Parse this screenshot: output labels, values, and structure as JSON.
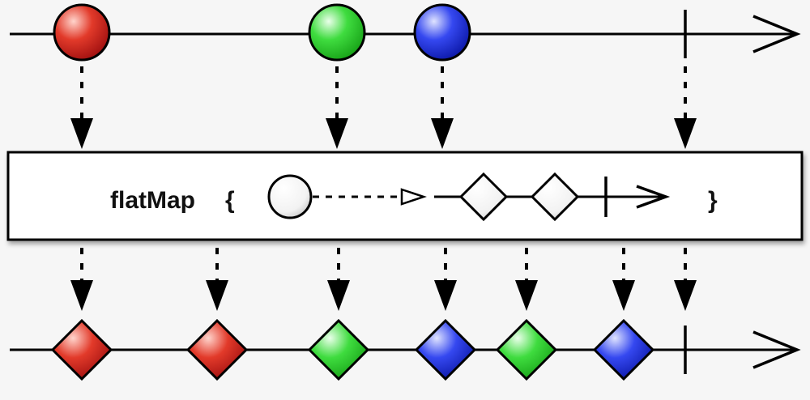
{
  "operator": {
    "name": "flatMap",
    "open_brace": "{",
    "close_brace": "}"
  },
  "colors": {
    "red": "#e23a2a",
    "green": "#3fdc3f",
    "blue": "#3548f0",
    "white": "#ffffff"
  },
  "source_stream": {
    "items": [
      {
        "shape": "circle",
        "color": "red"
      },
      {
        "shape": "circle",
        "color": "green"
      },
      {
        "shape": "circle",
        "color": "blue"
      }
    ],
    "completed": true
  },
  "inner_example": {
    "input_shape": "circle",
    "output_items": [
      "diamond",
      "diamond"
    ],
    "completed": true
  },
  "result_stream": {
    "items": [
      {
        "shape": "diamond",
        "color": "red"
      },
      {
        "shape": "diamond",
        "color": "red"
      },
      {
        "shape": "diamond",
        "color": "green"
      },
      {
        "shape": "diamond",
        "color": "blue"
      },
      {
        "shape": "diamond",
        "color": "green"
      },
      {
        "shape": "diamond",
        "color": "blue"
      }
    ],
    "completed": true
  }
}
